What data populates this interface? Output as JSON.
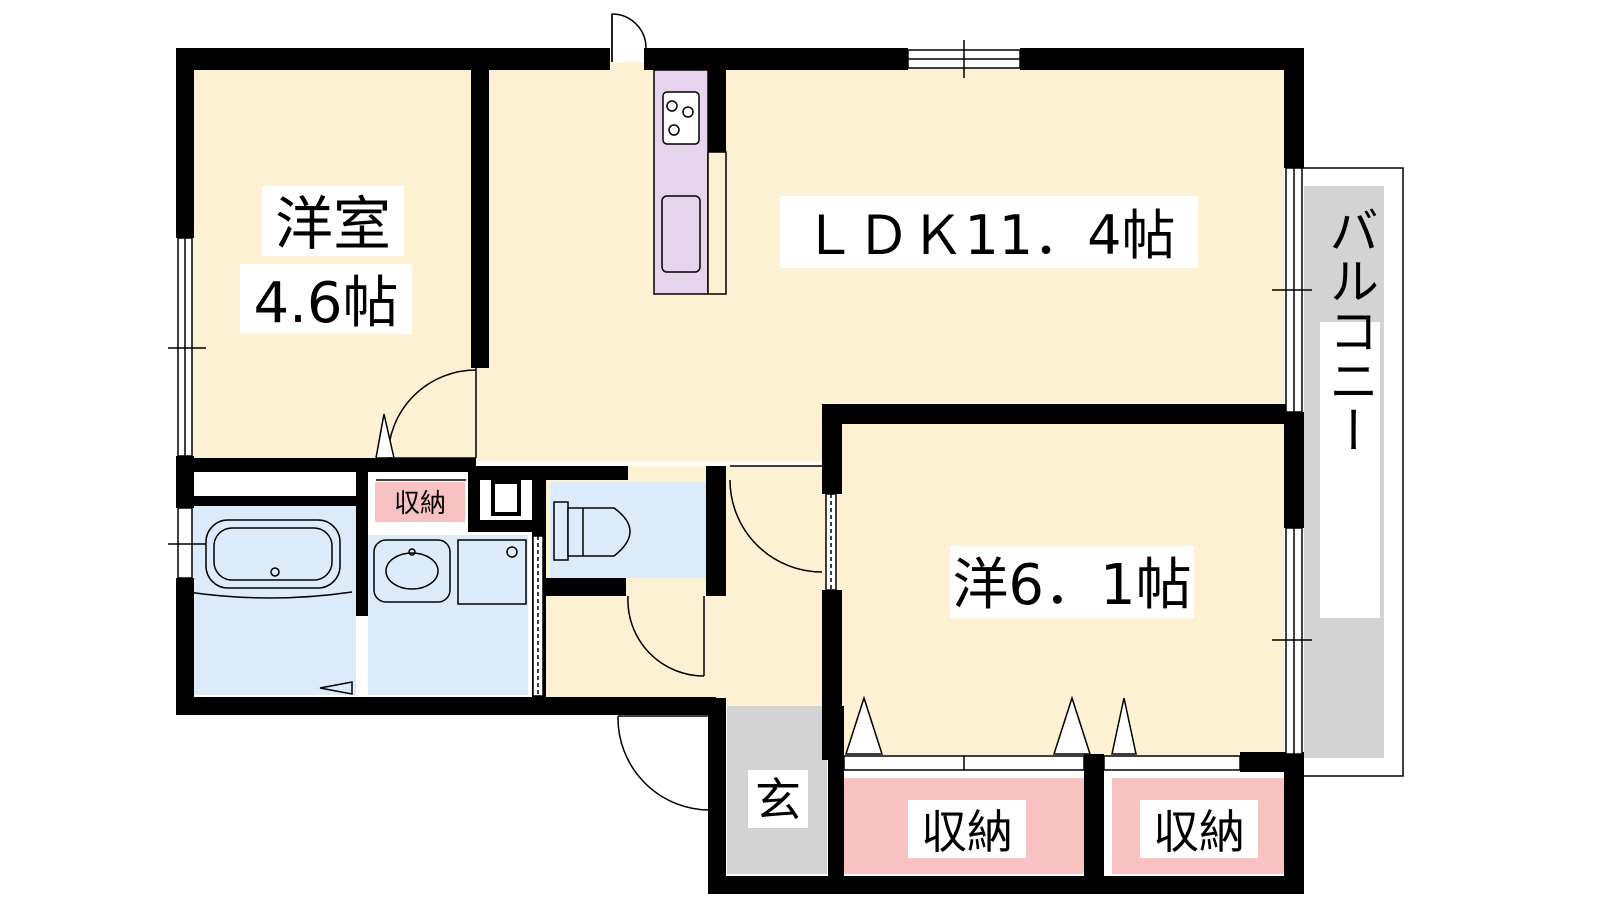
{
  "rooms": {
    "western_room_1": {
      "name": "洋室",
      "size": "4.6帖"
    },
    "ldk": {
      "label": "ＬＤＫ11．4帖"
    },
    "western_room_2": {
      "label": "洋6．1帖"
    },
    "small_storage": {
      "label": "収納"
    },
    "storage_left": {
      "label": "収納"
    },
    "storage_right": {
      "label": "収納"
    },
    "entrance": {
      "label": "玄"
    },
    "balcony": {
      "label": "バルコニー"
    }
  },
  "colors": {
    "room_floor": "#fdf1d3",
    "wet_area": "#dcebfa",
    "storage": "#f8c2c2",
    "entrance": "#d3d3d3",
    "balcony": "#d3d3d3",
    "kitchen": "#e6d4ec",
    "wall": "#000000"
  }
}
